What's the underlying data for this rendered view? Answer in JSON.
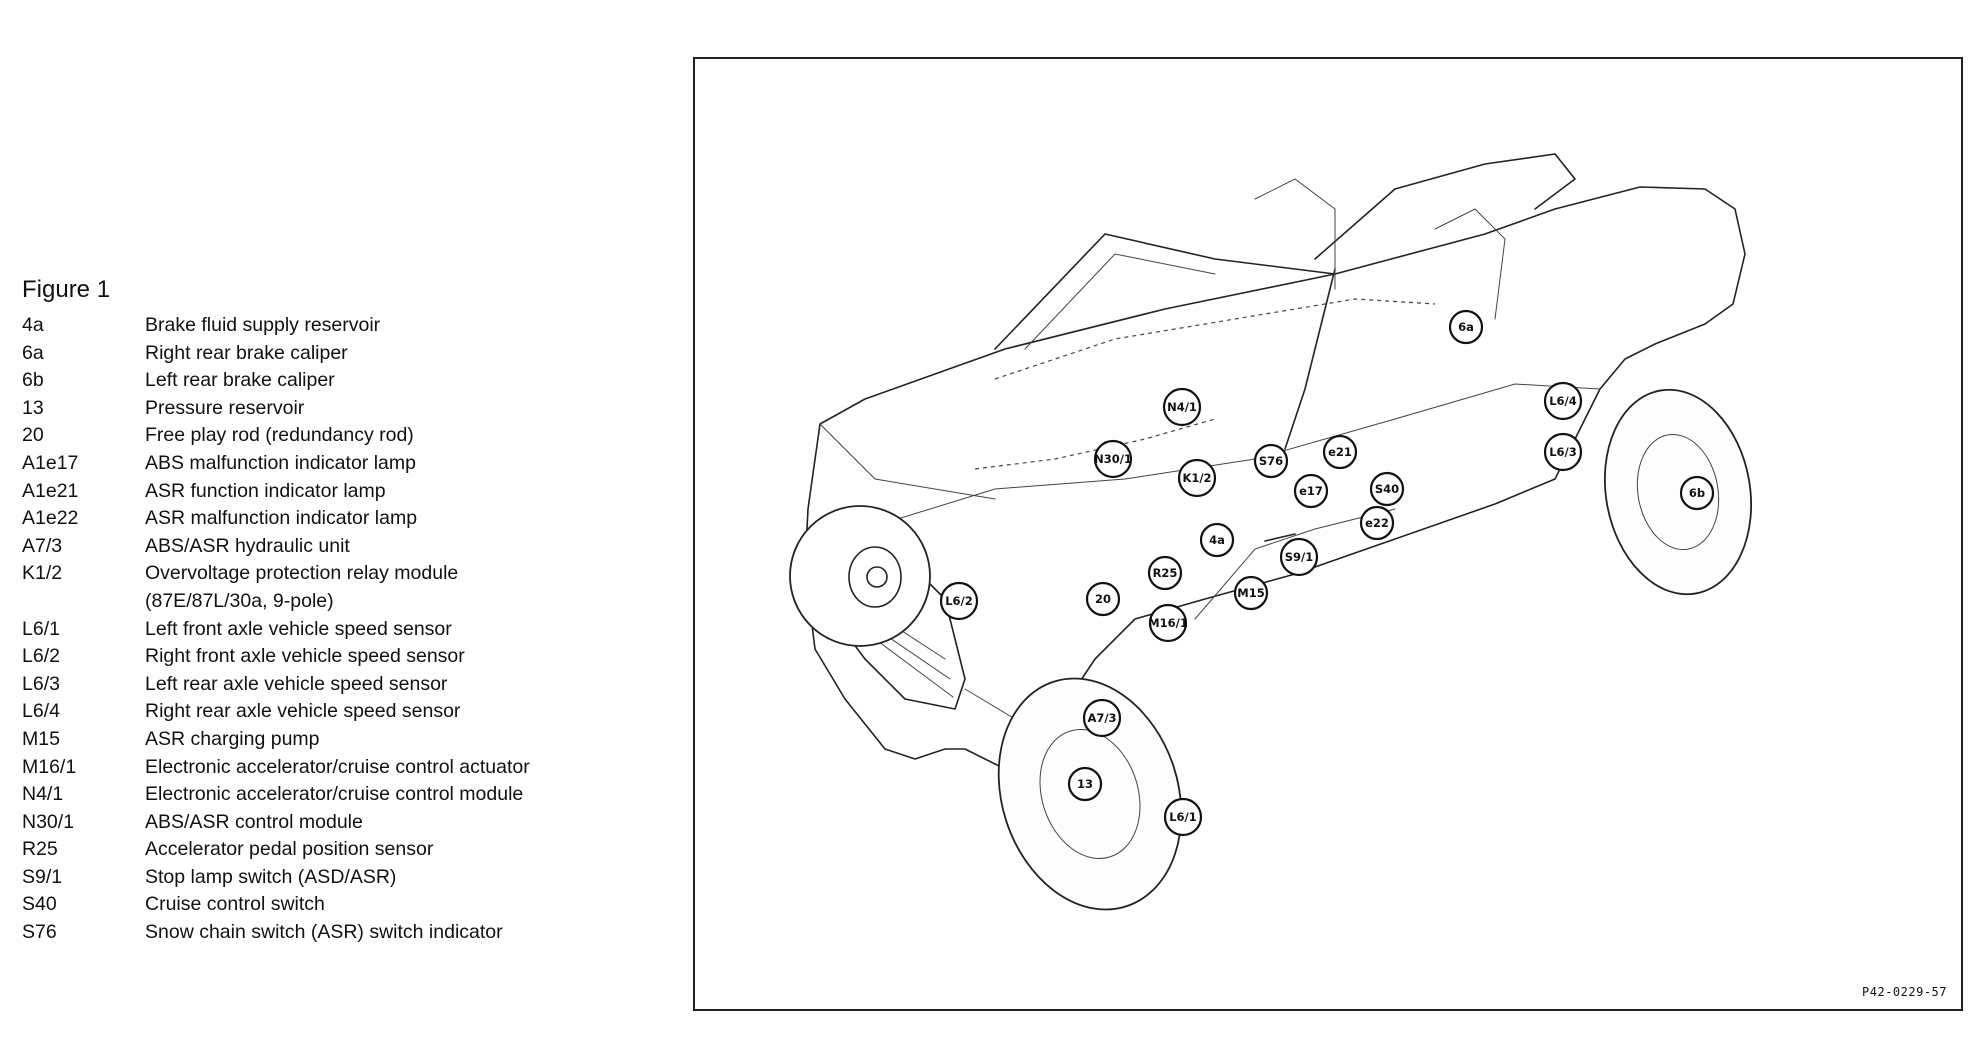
{
  "legend": {
    "title": "Figure 1",
    "items": [
      {
        "code": "4a",
        "desc": "Brake fluid supply reservoir"
      },
      {
        "code": "6a",
        "desc": "Right rear brake caliper"
      },
      {
        "code": "6b",
        "desc": "Left rear brake caliper"
      },
      {
        "code": "13",
        "desc": "Pressure reservoir"
      },
      {
        "code": "20",
        "desc": "Free play rod (redundancy rod)"
      },
      {
        "code": "A1e17",
        "desc": "ABS malfunction indicator lamp"
      },
      {
        "code": "A1e21",
        "desc": "ASR function indicator lamp"
      },
      {
        "code": "A1e22",
        "desc": "ASR malfunction indicator lamp"
      },
      {
        "code": "A7/3",
        "desc": "ABS/ASR hydraulic unit"
      },
      {
        "code": "K1/2",
        "desc": "Overvoltage protection relay module",
        "desc_cont": "(87E/87L/30a, 9-pole)"
      },
      {
        "code": "L6/1",
        "desc": "Left front axle vehicle speed sensor"
      },
      {
        "code": "L6/2",
        "desc": "Right front axle vehicle speed sensor"
      },
      {
        "code": "L6/3",
        "desc": "Left rear axle vehicle speed sensor"
      },
      {
        "code": "L6/4",
        "desc": "Right rear axle vehicle speed sensor"
      },
      {
        "code": "M15",
        "desc": "ASR charging pump"
      },
      {
        "code": "M16/1",
        "desc": "Electronic accelerator/cruise control actuator"
      },
      {
        "code": "N4/1",
        "desc": "Electronic accelerator/cruise control module"
      },
      {
        "code": "N30/1",
        "desc": "ABS/ASR control module"
      },
      {
        "code": "R25",
        "desc": "Accelerator pedal position sensor"
      },
      {
        "code": "S9/1",
        "desc": "Stop lamp switch (ASD/ASR)"
      },
      {
        "code": "S40",
        "desc": "Cruise control switch"
      },
      {
        "code": "S76",
        "desc": "Snow chain switch (ASR) switch indicator"
      }
    ]
  },
  "figure": {
    "reference": "P42-0229-57",
    "callouts": [
      "6a",
      "N4/1",
      "L6/4",
      "L6/3",
      "N30/1",
      "S76",
      "e21",
      "K1/2",
      "e17",
      "S40",
      "6b",
      "e22",
      "4a",
      "S9/1",
      "R25",
      "L6/2",
      "20",
      "M15",
      "M16/1",
      "A7/3",
      "13",
      "L6/1"
    ]
  }
}
